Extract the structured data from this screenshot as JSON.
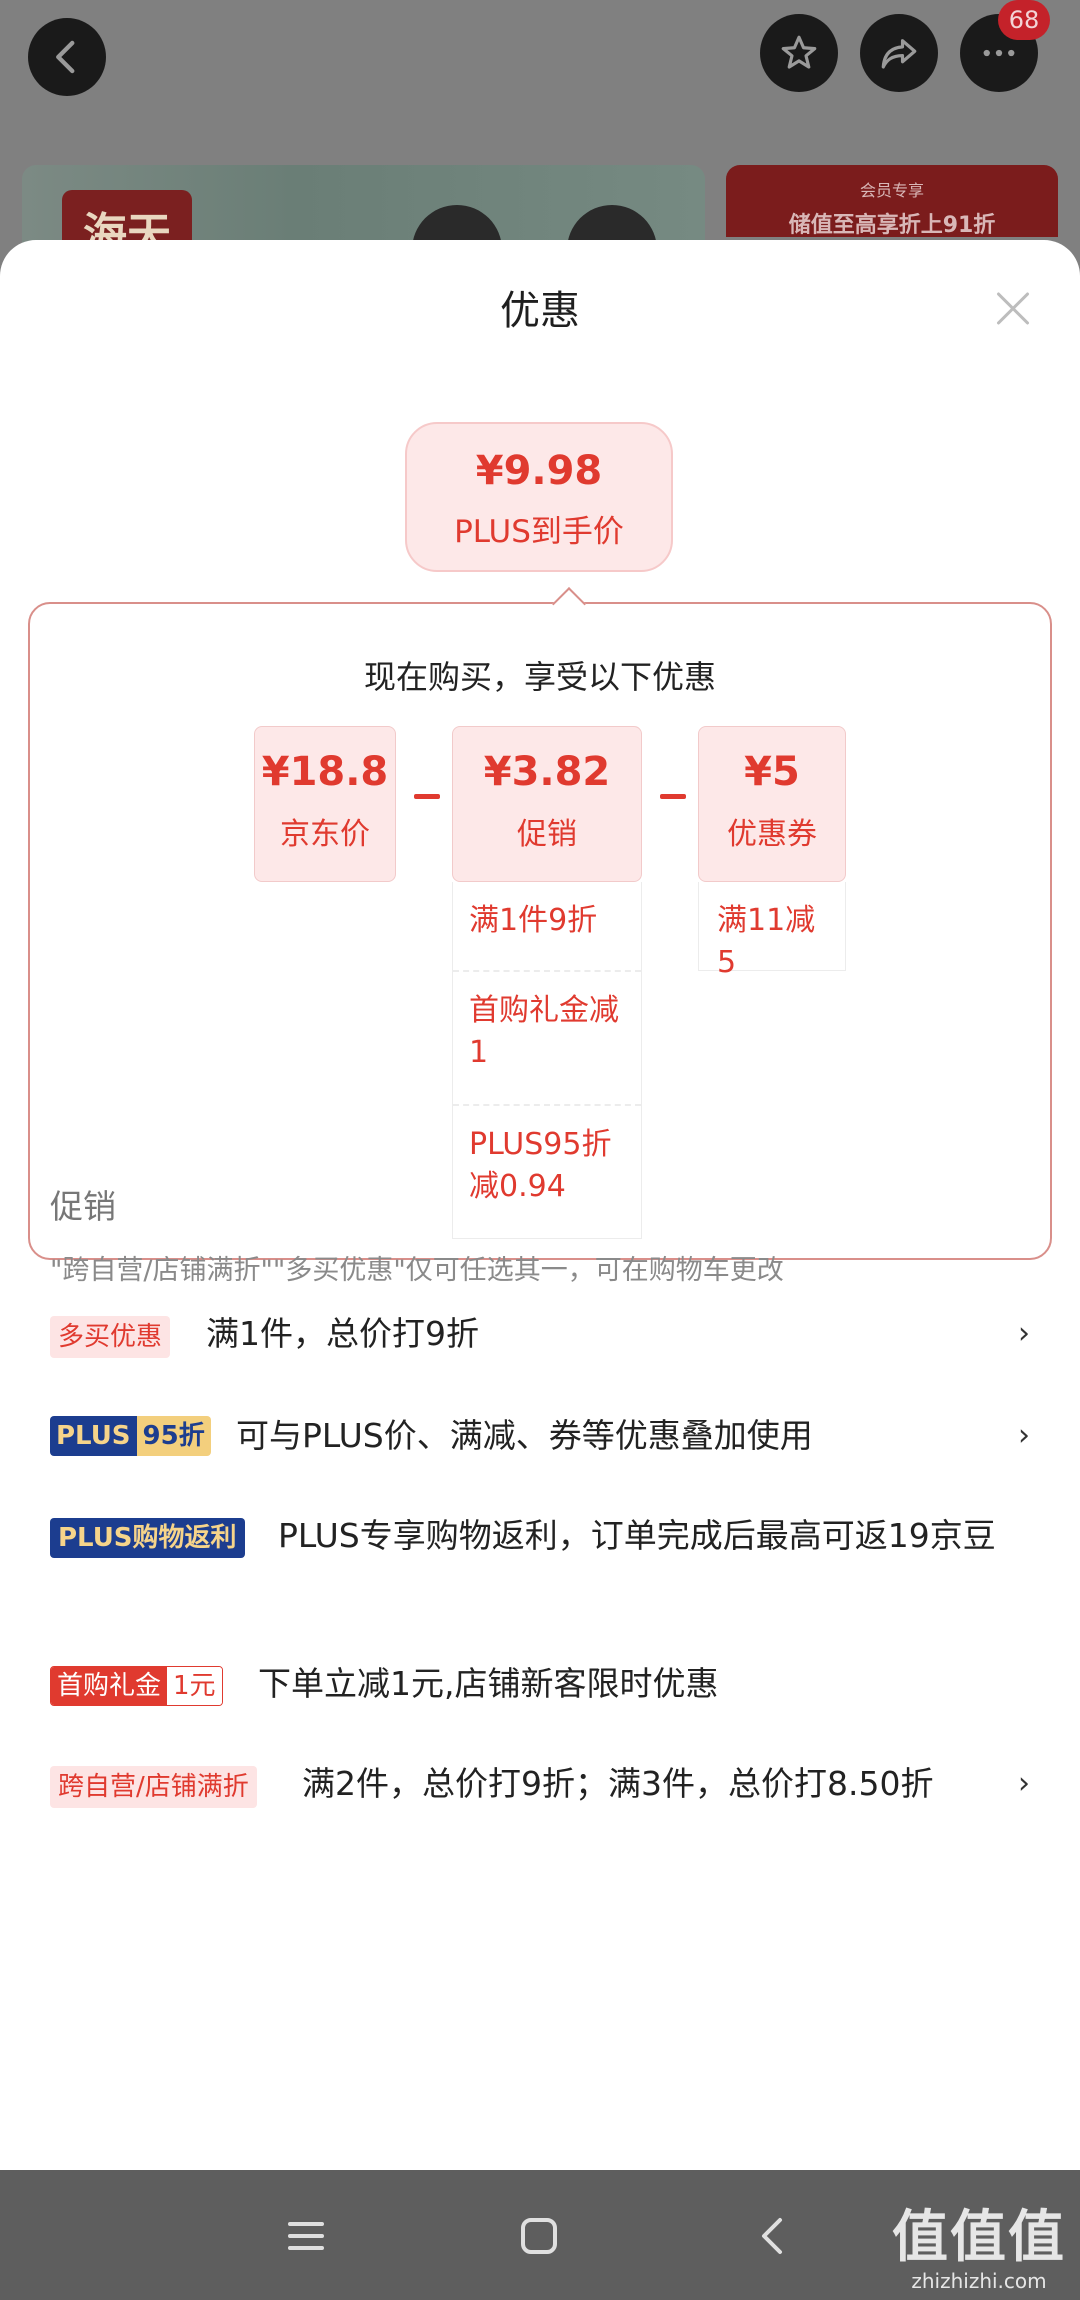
{
  "topbar": {
    "notification_count": "68"
  },
  "background": {
    "brand_logo_text": "海天",
    "right_banner_line1": "会员专享",
    "right_banner_line2": "储值至高享折上91折"
  },
  "sheet": {
    "title": "优惠",
    "final_price": {
      "value": "¥9.98",
      "label": "PLUS到手价"
    },
    "calc_heading": "现在购买，享受以下优惠",
    "cards": {
      "jd": {
        "value": "¥18.8",
        "label": "京东价"
      },
      "promo": {
        "value": "¥3.82",
        "label": "促销",
        "items": [
          "满1件9折",
          "首购礼金减1",
          "PLUS95折减0.94"
        ]
      },
      "coupon": {
        "value": "¥5",
        "label": "优惠券",
        "items": [
          "满11减5"
        ]
      }
    },
    "section_title": "促销",
    "section_note": "\"跨自营/店铺满折\"\"多买优惠\"仅可任选其一，可在购物车更改",
    "promotions": [
      {
        "tag": "多买优惠",
        "text": "满1件，总价打9折"
      },
      {
        "tag_a": "PLUS",
        "tag_b": "95折",
        "text": "可与PLUS价、满减、券等优惠叠加使用"
      },
      {
        "tag": "PLUS购物返利",
        "text": "PLUS专享购物返利，订单完成后最高可返19京豆"
      },
      {
        "tag_a": "首购礼金",
        "tag_b": "1元",
        "text": "下单立减1元,店铺新客限时优惠"
      },
      {
        "tag": "跨自营/店铺满折",
        "text": "满2件，总价打9折；满3件，总价打8.50折"
      }
    ],
    "chevron": "›"
  },
  "watermark": {
    "big": "值值值",
    "small": "zhizhizhi.com"
  }
}
